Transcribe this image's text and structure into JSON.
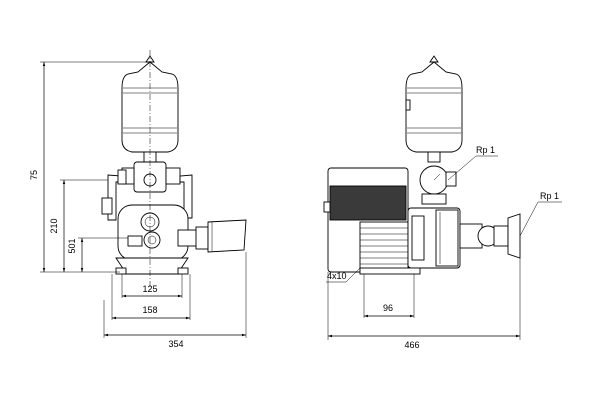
{
  "front_view": {
    "dim_height_total": "75",
    "dim_height_outlet": "210",
    "dim_height_inlet": "501",
    "dim_base_inner": "125",
    "dim_base_outer": "158",
    "dim_width_total": "354"
  },
  "side_view": {
    "label_top_connection": "Rp 1",
    "label_inlet_connection": "Rp 1",
    "label_mounting_holes": "4x10",
    "dim_base_offset": "96",
    "dim_length_total": "466"
  }
}
